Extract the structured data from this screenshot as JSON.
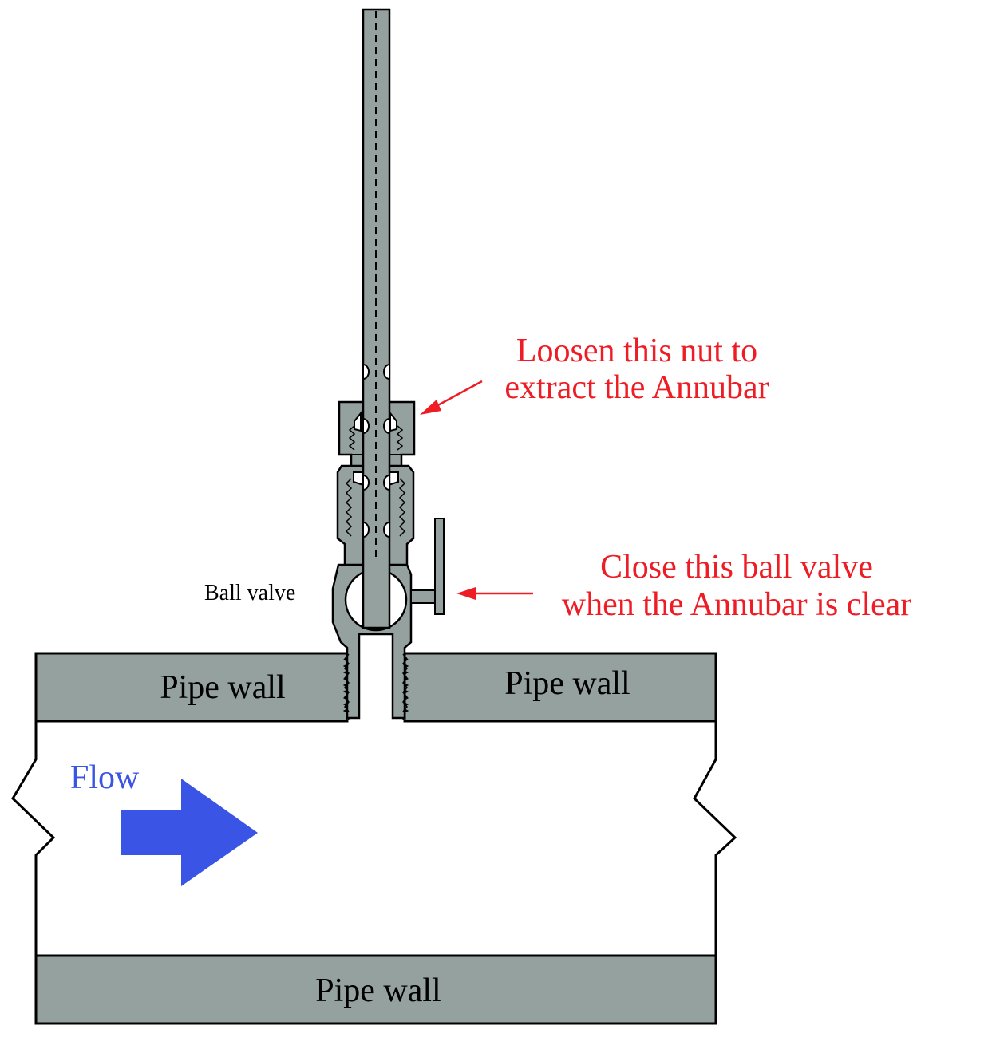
{
  "labels": {
    "pipe_wall_upper_left": "Pipe wall",
    "pipe_wall_upper_right": "Pipe wall",
    "pipe_wall_bottom": "Pipe wall",
    "flow": "Flow",
    "ball_valve": "Ball valve",
    "nut_note_line1": "Loosen this nut to",
    "nut_note_line2": "extract the Annubar",
    "valve_note_line1": "Close this ball valve",
    "valve_note_line2": "when the Annubar is clear"
  },
  "colors": {
    "pipe_wall": "#94a19e",
    "fitting": "#94a19e",
    "annotation": "#ee1c24",
    "flow_arrow": "#3a55e6",
    "outline": "#000000"
  }
}
